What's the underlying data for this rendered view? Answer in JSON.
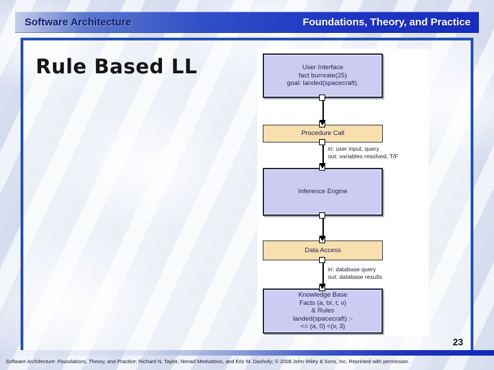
{
  "header": {
    "left_title": "Software Architecture",
    "right_title": "Foundations, Theory, and Practice"
  },
  "slide": {
    "title": "Rule Based LL",
    "page_number": "23"
  },
  "diagram": {
    "boxes": [
      {
        "name": "User Interface",
        "fill": "lavender",
        "lines": [
          "User Interface",
          "fact burnrate(25)",
          "goal: landed(spacecraft)."
        ]
      },
      {
        "name": "Procedure Call",
        "fill": "tan",
        "lines": [
          "Procedure Call"
        ]
      },
      {
        "name": "Inference Engine",
        "fill": "lavender",
        "lines": [
          "Inference Engine"
        ]
      },
      {
        "name": "Data Access",
        "fill": "tan",
        "lines": [
          "Data Access"
        ]
      },
      {
        "name": "Knowledge Base",
        "fill": "lavender",
        "lines": [
          "Knowledge Base",
          "Facts (a, br, t, v)",
          "& Rules",
          "landed(spacecraft) :-",
          "<= (a, 0) <(v, 3)"
        ]
      }
    ],
    "annotations": [
      {
        "lines": [
          "in: user input, query",
          "out: variables resolved, T/F"
        ]
      },
      {
        "lines": [
          "in: database query",
          "out: database results"
        ]
      }
    ]
  },
  "footer": {
    "book_title": "Software Architecture: Foundations, Theory, and Practice",
    "credits": "; Richard N. Taylor, Nenad Medvidovic, and Eric M. Dashofy; © 2008 John Wiley & Sons, Inc. Reprinted with permission."
  },
  "colors": {
    "header_blue_dark": "#182dbe",
    "header_blue_light": "#c3cde8",
    "frame_border": "#2450b4",
    "box_lavender": "#ccccf2",
    "box_tan": "#f7dfb0",
    "bottom_bar_blue": "#1128b6"
  }
}
